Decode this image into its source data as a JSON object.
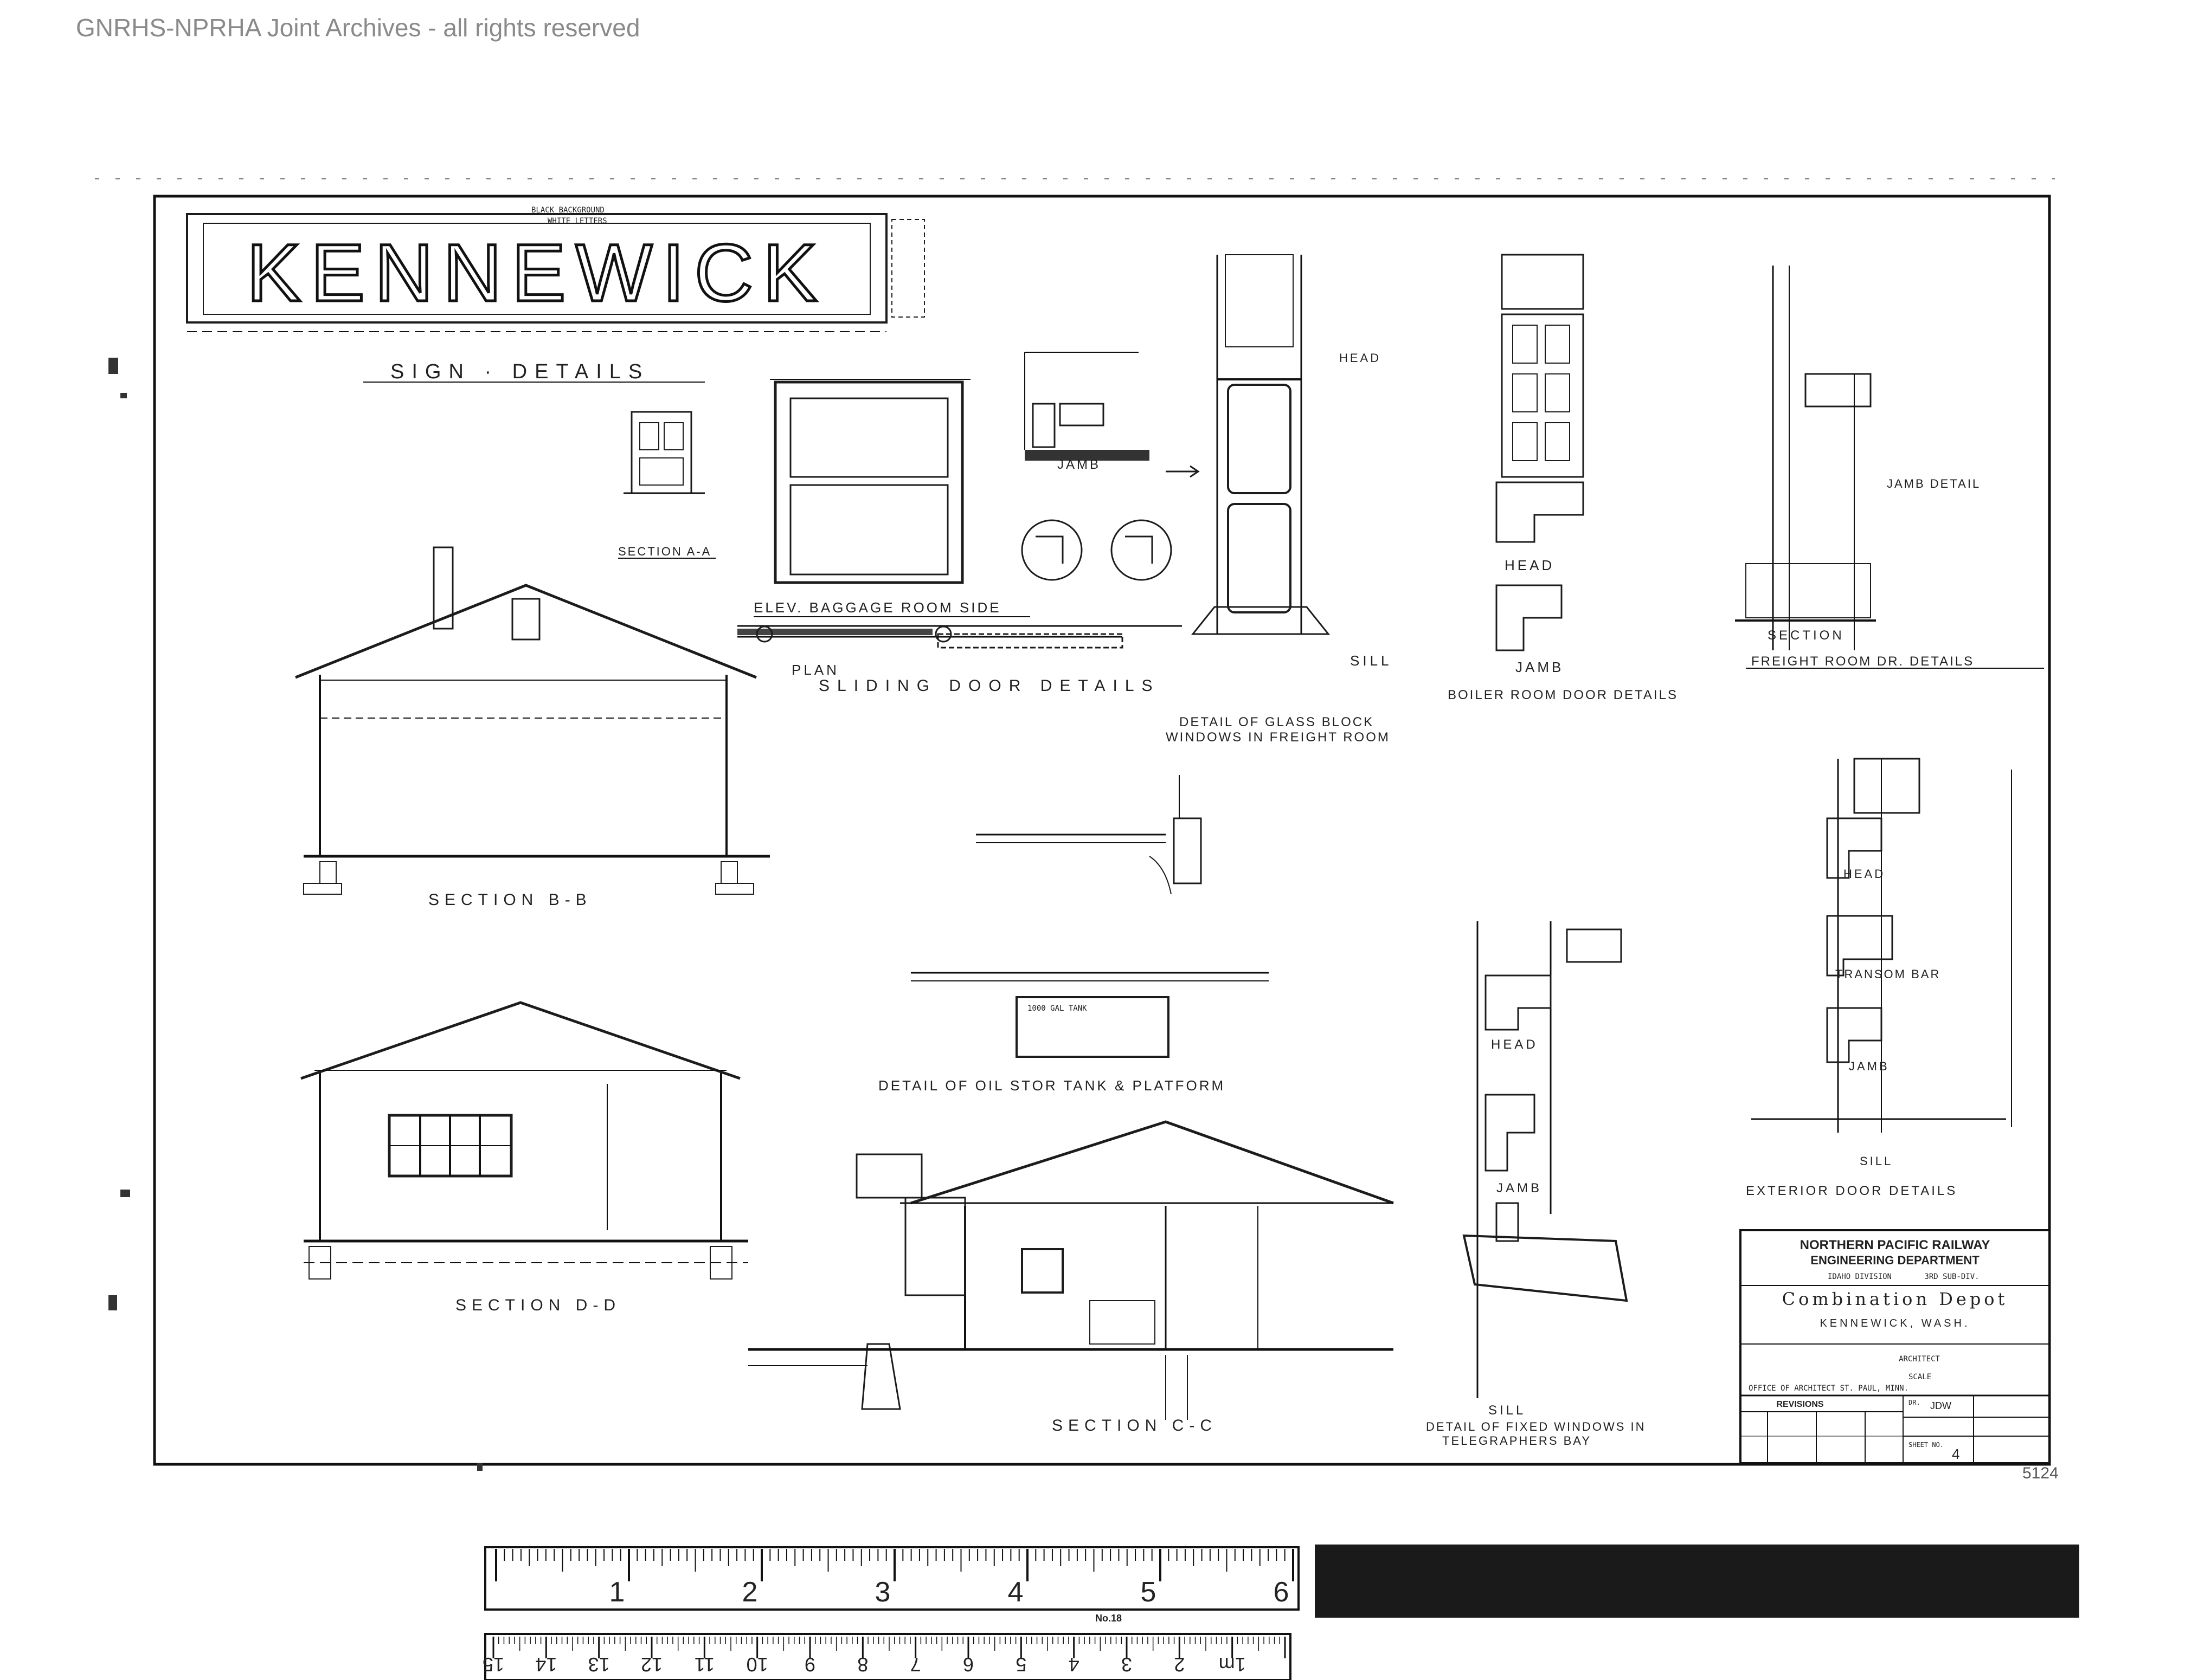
{
  "watermark": "GNRHS-NPRHA Joint Archives - all rights reserved",
  "sign": {
    "letters": "KENNEWICK",
    "caption": "SIGN · DETAILS",
    "notes": [
      "BLACK BACKGROUND",
      "WHITE LETTERS"
    ]
  },
  "detail_titles": {
    "section_aa": "SECTION A-A",
    "baggage": "ELEV. BAGGAGE ROOM SIDE",
    "jamb_top": "JAMB",
    "plan": "PLAN",
    "sliding": "SLIDING DOOR DETAILS",
    "head1": "HEAD",
    "sill1": "SILL",
    "glass_block": "DETAIL OF GLASS BLOCK",
    "glass_block2": "WINDOWS IN FREIGHT ROOM",
    "head2": "HEAD",
    "jamb2": "JAMB",
    "boiler": "BOILER ROOM DOOR DETAILS",
    "section_fr": "SECTION",
    "jamb_detail": "JAMB DETAIL",
    "freight": "FREIGHT ROOM DR. DETAILS",
    "section_bb": "SECTION B-B",
    "section_dd": "SECTION D-D",
    "section_cc": "SECTION C-C",
    "oil": "DETAIL OF OIL STOR TANK & PLATFORM",
    "oil_tank": "1000 GAL TANK",
    "head3": "HEAD",
    "jamb3": "JAMB",
    "sill3": "SILL",
    "fixed": "DETAIL OF FIXED WINDOWS IN",
    "fixed2": "TELEGRAPHERS BAY",
    "head4": "HEAD",
    "transom": "TRANSOM BAR",
    "jamb4": "JAMB",
    "sill4": "SILL",
    "exterior": "EXTERIOR DOOR DETAILS"
  },
  "title_block": {
    "company": "NORTHERN PACIFIC RAILWAY",
    "department": "ENGINEERING DEPARTMENT",
    "division": "IDAHO DIVISION",
    "subdivision": "3RD SUB-DIV.",
    "drawing_title": "Combination Depot",
    "location": "KENNEWICK, WASH.",
    "architect": "ARCHITECT",
    "scale": "SCALE",
    "office": "OFFICE OF ARCHITECT  ST. PAUL, MINN.",
    "revisions": "REVISIONS",
    "dr_label": "DR.",
    "dr_value": "JDW",
    "sheet_label": "SHEET NO.",
    "sheet_value": "4",
    "sheet_number": "5124"
  },
  "ruler": {
    "inches": [
      "1",
      "2",
      "3",
      "4",
      "5",
      "6"
    ],
    "brand": "No.18",
    "cm": [
      "1m",
      "2",
      "3",
      "4",
      "5",
      "6",
      "7",
      "8",
      "9",
      "10",
      "11",
      "12",
      "13",
      "14",
      "15"
    ]
  }
}
